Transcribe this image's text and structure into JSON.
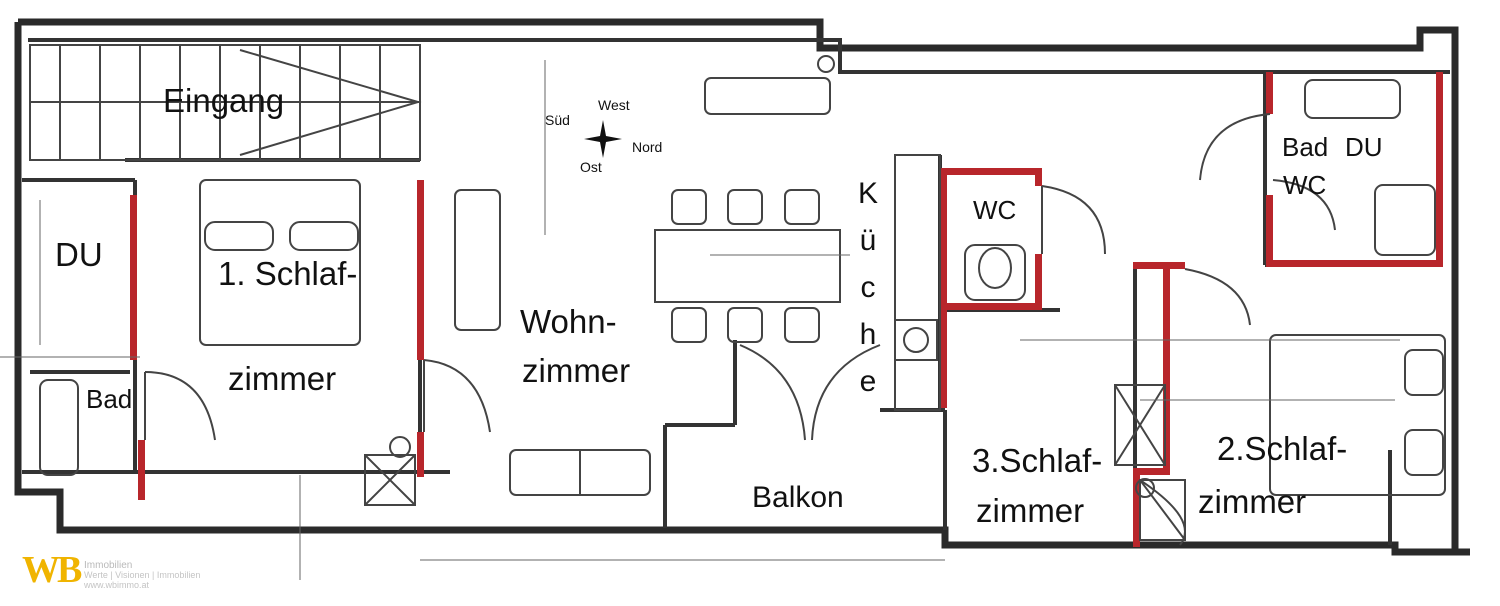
{
  "labels": {
    "eingang": "Eingang",
    "du_left": "DU",
    "schlaf1_a": "1. Schlaf-",
    "schlaf1_b": "zimmer",
    "wohn_a": "Wohn-",
    "wohn_b": "zimmer",
    "bad_left": "Bad",
    "balkon": "Balkon",
    "kueche": [
      "K",
      "ü",
      "c",
      "h",
      "e"
    ],
    "wc": "WC",
    "bad_right": "Bad",
    "du_right": "DU",
    "wc_right": "WC",
    "schlaf3_a": "3.Schlaf-",
    "schlaf3_b": "zimmer",
    "schlaf2_a": "2.Schlaf-",
    "schlaf2_b": "zimmer"
  },
  "compass": {
    "west": "West",
    "sued": "Süd",
    "nord": "Nord",
    "ost": "Ost"
  },
  "logo": {
    "mark": "WB",
    "line1": "Immobilien",
    "line2": "Werte | Visionen | Immobilien",
    "line3": "www.wbimmo.at"
  },
  "colors": {
    "wall": "#2a2a2a",
    "accent_wall": "#b8262b",
    "line": "#555555",
    "logo": "#f0b400"
  }
}
